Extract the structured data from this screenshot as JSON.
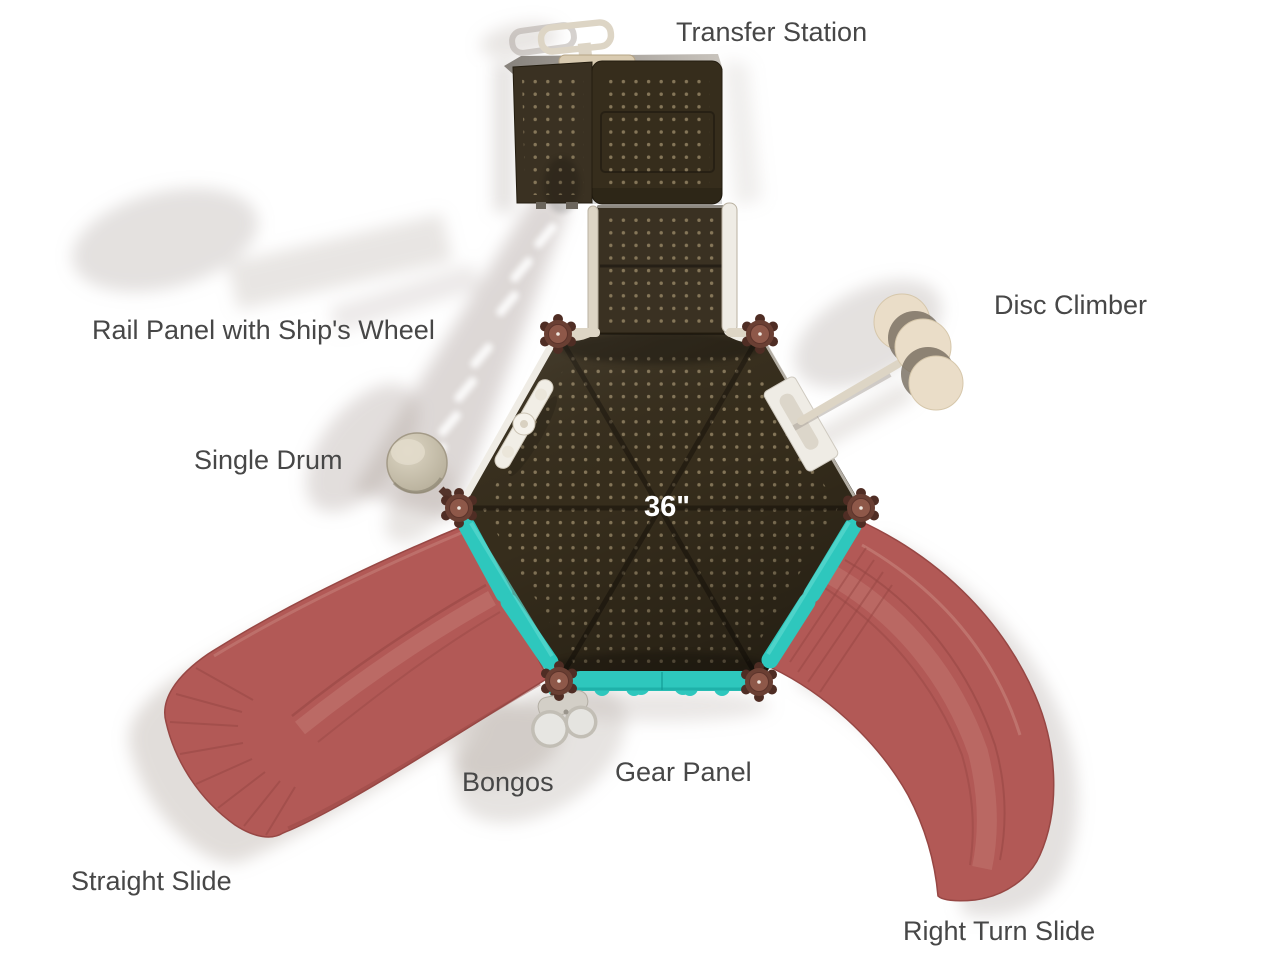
{
  "figure": {
    "type": "playground-equipment-top-view-diagram",
    "view": "overhead render with component callouts"
  },
  "callouts": {
    "transfer_station": "Transfer Station",
    "disc_climber": "Disc Climber",
    "rail_panel": "Rail Panel with Ship's Wheel",
    "single_drum": "Single Drum",
    "bongos": "Bongos",
    "gear_panel": "Gear Panel",
    "straight_slide": "Straight Slide",
    "right_turn_slide": "Right Turn Slide"
  },
  "deck": {
    "size_label": "36\""
  },
  "colors": {
    "background": "#ffffff",
    "label_text": "#474747",
    "size_label_text": "#ffffff",
    "deck_brown": "#362d1c",
    "panel_brown": "#3a3122",
    "perforation_dot": "#8e7f60",
    "post_dark": "#4f2d24",
    "post_ring": "#6a3f33",
    "post_cap": "#8e5849",
    "teal": "#2ec7bd",
    "teal_dark": "#129d96",
    "teal_light": "#5bd9cf",
    "slide_red": "#b25956",
    "slide_red_dark": "#974744",
    "slide_red_light": "#c57f78",
    "beige": "#ddd5c5",
    "beige_light": "#efece5",
    "disc_beige": "#eaddc8",
    "metal_gray": "#a09a92",
    "shadow_gray": "#b3a9a3"
  }
}
